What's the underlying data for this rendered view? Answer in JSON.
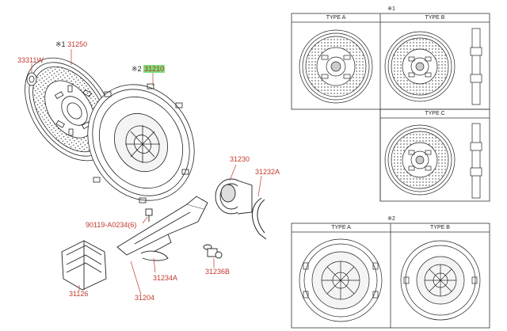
{
  "parts": [
    {
      "key": "p33311w",
      "number": "33311W",
      "prefix": ""
    },
    {
      "key": "p31250",
      "number": "31250",
      "prefix": "※1"
    },
    {
      "key": "p31210",
      "number": "31210",
      "prefix": "※2",
      "highlighted": true
    },
    {
      "key": "p31230",
      "number": "31230",
      "prefix": ""
    },
    {
      "key": "p31232a",
      "number": "31232A",
      "prefix": ""
    },
    {
      "key": "p90119",
      "number": "90119-A0234(6)",
      "prefix": ""
    },
    {
      "key": "p31126",
      "number": "31126",
      "prefix": ""
    },
    {
      "key": "p31234a",
      "number": "31234A",
      "prefix": ""
    },
    {
      "key": "p31204",
      "number": "31204",
      "prefix": ""
    },
    {
      "key": "p31236b",
      "number": "31236B",
      "prefix": ""
    }
  ],
  "highlight_color": "#7ee07e",
  "label_color": "#c0392b",
  "variant_box1": {
    "mark": "※1",
    "type_a": "TYPE A",
    "type_b": "TYPE B",
    "type_c": "TYPE C"
  },
  "variant_box2": {
    "mark": "※2",
    "type_a": "TYPE A",
    "type_b": "TYPE B"
  }
}
